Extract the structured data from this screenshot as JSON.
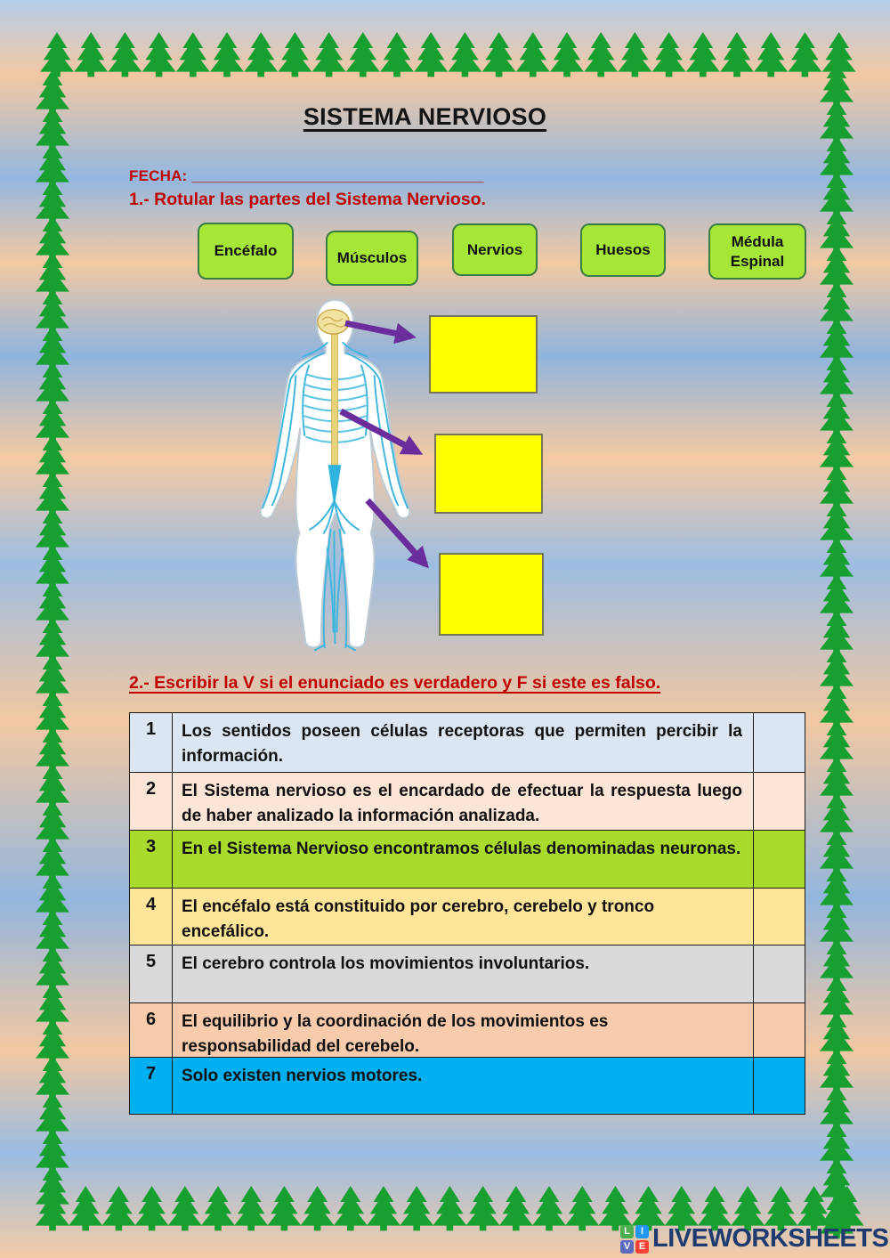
{
  "header": {
    "title": "SISTEMA NERVIOSO",
    "fecha": "FECHA: __________________________________",
    "section1": "1.- Rotular las partes del Sistema Nervioso.",
    "section2": "2.- Escribir la V si el enunciado es verdadero y F si este es falso."
  },
  "word_bank": [
    {
      "label": "Encéfalo"
    },
    {
      "label": "Músculos"
    },
    {
      "label": "Nervios"
    },
    {
      "label": "Huesos"
    },
    {
      "label": "Médula Espinal"
    }
  ],
  "diagram": {
    "figure": "human-nervous-system",
    "answer_boxes": [
      {
        "value": ""
      },
      {
        "value": ""
      },
      {
        "value": ""
      }
    ]
  },
  "true_false": {
    "rows": [
      {
        "num": "1",
        "text": "Los sentidos poseen células receptoras que permiten percibir la información.",
        "answer": "",
        "color": "#dce6f1"
      },
      {
        "num": "2",
        "text": "El Sistema nervioso es el encardado de efectuar la respuesta luego de haber analizado la información analizada.",
        "answer": "",
        "color": "#fbe5d6"
      },
      {
        "num": "3",
        "text": "En el Sistema Nervioso encontramos células denominadas neuronas.",
        "answer": "",
        "color": "#a8db2b"
      },
      {
        "num": "4",
        "text": "El encéfalo está constituido por cerebro, cerebelo y tronco encefálico.",
        "answer": "",
        "color": "#ffe599"
      },
      {
        "num": "5",
        "text": "El cerebro controla los movimientos involuntarios.",
        "answer": "",
        "color": "#d9d9d9"
      },
      {
        "num": "6",
        "text": "El equilibrio y la coordinación de los movimientos es responsabilidad del cerebelo.",
        "answer": "",
        "color": "#f8cbad"
      },
      {
        "num": "7",
        "text": "Solo existen nervios motores.",
        "answer": "",
        "color": "#00b0f0"
      }
    ]
  },
  "footer": {
    "brand": "LIVEWORKSHEETS",
    "logo_letters": [
      "L",
      "I",
      "V",
      "E"
    ],
    "logo_colors": [
      "#4caf50",
      "#2196f3",
      "#5c6bc0",
      "#f44336"
    ]
  },
  "colors": {
    "accent_red": "#c00000",
    "label_green": "#a6e637",
    "label_border": "#3a7d44",
    "box_yellow": "#ffff00",
    "box_border": "#75755a",
    "arrow_purple": "#6b2d9b",
    "tree_green": "#17a02f",
    "brand_navy": "#1e3a6e",
    "table_border": "#1a1a1a"
  }
}
